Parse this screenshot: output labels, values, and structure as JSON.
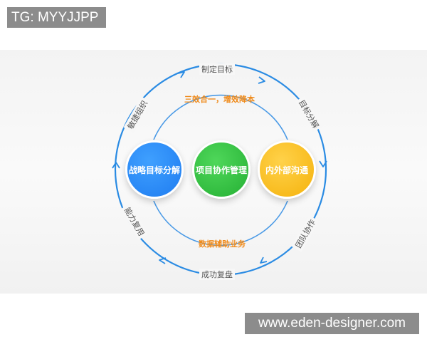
{
  "watermarks": {
    "top_left": "TG: MYYJJPP",
    "bottom_right": "www.eden-designer.com"
  },
  "diagram": {
    "outer_cycle": {
      "top": "制定目标",
      "right_upper": "目标分解",
      "right_lower": "团队协作",
      "bottom": "成功复盘",
      "left_lower": "能力复用",
      "left_upper": "敏捷组织"
    },
    "inner_top_caption": "三效合一，增效降本",
    "inner_bottom_caption": "数据辅助业务",
    "nodes": {
      "left": "战略目标分解",
      "center": "项目协作管理",
      "right": "内外部沟通"
    },
    "colors": {
      "ring": "#2a8be3",
      "inner_ring": "#4a9ae6",
      "left_node": "#2383f2",
      "center_node": "#2fbb3c",
      "right_node": "#f7b91a",
      "caption": "#ef8a1a"
    }
  }
}
